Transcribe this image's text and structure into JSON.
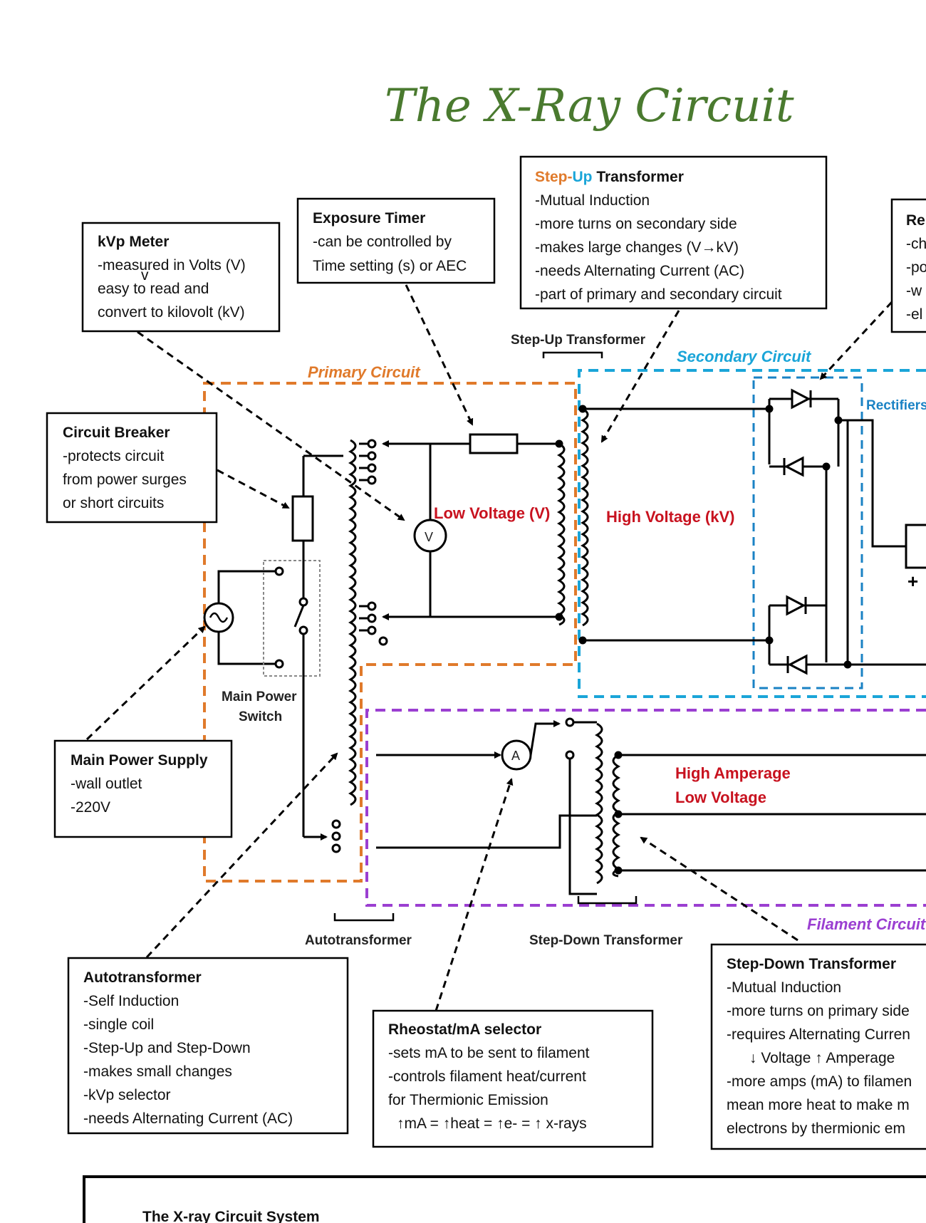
{
  "title": "The X-Ray Circuit",
  "circuits": {
    "primary": "Primary Circuit",
    "secondary": "Secondary Circuit",
    "filament": "Filament Circuit",
    "rectifiers": "Rectifiers"
  },
  "component_labels": {
    "step_up": "Step-Up Transformer",
    "autotransformer": "Autotransformer",
    "step_down": "Step-Down Transformer",
    "main_switch_1": "Main Power",
    "main_switch_2": "Switch",
    "voltmeter": "V",
    "ammeter": "A",
    "plus": "+"
  },
  "circuit_text": {
    "low_voltage": "Low Voltage (V)",
    "high_voltage": "High Voltage (kV)",
    "high_amperage": "High Amperage",
    "low_voltage2": "Low Voltage"
  },
  "boxes": {
    "kvp": {
      "title": "kVp Meter",
      "lines": [
        "-measured in Volts (V)",
        "easy to read and",
        "convert to kilovolt (kV)"
      ],
      "sub_v": "v"
    },
    "timer": {
      "title": "Exposure Timer",
      "lines": [
        "-can be controlled by",
        "Time setting (s) or AEC"
      ]
    },
    "stepup": {
      "title_a": "Step-",
      "title_b": "Up",
      "title_c": " Transformer",
      "lines": [
        "-Mutual Induction",
        "-more turns on secondary side",
        "-makes large changes (V→kV)",
        "-needs Alternating Current (AC)",
        "-part of primary and secondary circuit"
      ]
    },
    "rect": {
      "title": "Re",
      "lines": [
        "-ch",
        "-po",
        "-w",
        "-el"
      ]
    },
    "breaker": {
      "title": "Circuit Breaker",
      "lines": [
        "-protects circuit",
        "from power surges",
        "or short circuits"
      ]
    },
    "supply": {
      "title": "Main Power Supply",
      "lines": [
        "-wall outlet",
        "-220V"
      ]
    },
    "auto": {
      "title": "Autotransformer",
      "lines": [
        "-Self Induction",
        "-single coil",
        "-Step-Up and Step-Down",
        "-makes small changes",
        "-kVp selector",
        "-needs Alternating Current (AC)"
      ]
    },
    "rheo": {
      "title": "Rheostat/mA selector",
      "lines": [
        "-sets mA to be sent to filament",
        "-controls filament heat/current",
        "for Thermionic Emission",
        "↑mA = ↑heat = ↑e- = ↑ x-rays"
      ]
    },
    "stepdown": {
      "title": "Step-Down Transformer",
      "lines": [
        "-Mutual Induction",
        "-more turns on primary side",
        "-requires Alternating Curren",
        "↓ Voltage ↑ Amperage",
        "-more amps (mA) to filamen",
        "mean more heat to make m",
        "electrons by thermionic em"
      ]
    }
  },
  "bottom_box_title": "The X-ray Circuit System",
  "colors": {
    "title": "#4a7a2f",
    "orange": "#e07a2b",
    "purple": "#9b3fd1",
    "cyan": "#1aa5d8",
    "red": "#c8121f"
  }
}
